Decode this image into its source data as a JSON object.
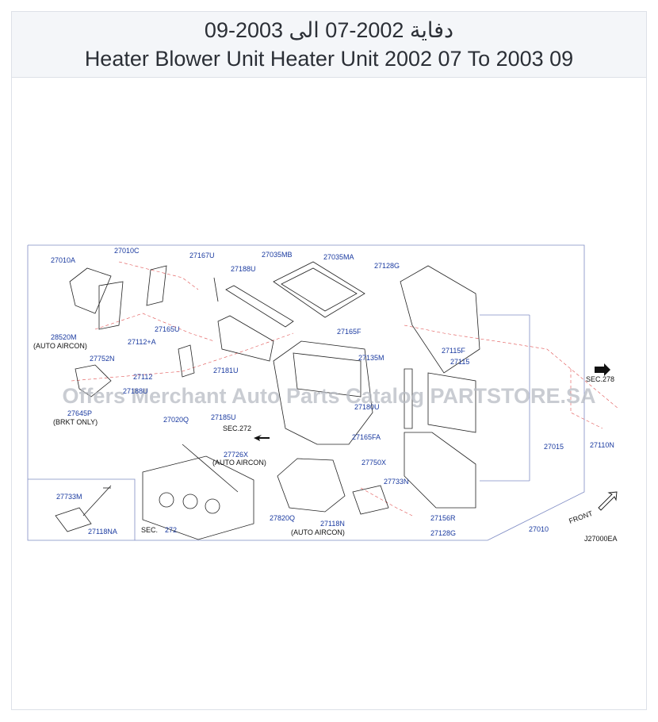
{
  "header": {
    "title_ar": "دفاية 2002-07 الى 2003-09",
    "title_en": "Heater Blower Unit Heater Unit 2002 07 To 2003 09"
  },
  "diagram": {
    "watermark": "Offers Merchant Auto Parts Catalog PARTSTORE.SA",
    "drawing_code": "J27000EA",
    "front_label": "FRONT",
    "sec_278": "SEC.278",
    "sec_272_upper": "SEC.272",
    "sec_272_lower_prefix": "SEC.",
    "sec_272_lower_num": "272",
    "notes": {
      "auto_aircon_1": "(AUTO  AIRCON)",
      "brkt_only": "(BRKT  ONLY)",
      "auto_aircon_2": "(AUTO  AIRCON)",
      "auto_aircon_3": "(AUTO  AIRCON)"
    },
    "parts": [
      {
        "id": "p27010A",
        "label": "27010A"
      },
      {
        "id": "p27010C",
        "label": "27010C"
      },
      {
        "id": "p27167U",
        "label": "27167U"
      },
      {
        "id": "p27035MB",
        "label": "27035MB"
      },
      {
        "id": "p27035MA",
        "label": "27035MA"
      },
      {
        "id": "p27128G_top",
        "label": "27128G"
      },
      {
        "id": "p27188U",
        "label": "27188U"
      },
      {
        "id": "p27165U",
        "label": "27165U"
      },
      {
        "id": "p27165F",
        "label": "27165F"
      },
      {
        "id": "p28520M",
        "label": "28520M"
      },
      {
        "id": "p27112A",
        "label": "27112+A"
      },
      {
        "id": "p27135M",
        "label": "27135M"
      },
      {
        "id": "p27752N",
        "label": "27752N"
      },
      {
        "id": "p27115F",
        "label": "27115F"
      },
      {
        "id": "p27115",
        "label": "27115"
      },
      {
        "id": "p27181U",
        "label": "27181U"
      },
      {
        "id": "p27112",
        "label": "27112"
      },
      {
        "id": "p27188U_b",
        "label": "27188U"
      },
      {
        "id": "p27180U",
        "label": "27180U"
      },
      {
        "id": "p27645P",
        "label": "27645P"
      },
      {
        "id": "p27185U",
        "label": "27185U"
      },
      {
        "id": "p27020Q",
        "label": "27020Q"
      },
      {
        "id": "p27165FA",
        "label": "27165FA"
      },
      {
        "id": "p27726X",
        "label": "27726X"
      },
      {
        "id": "p27750X",
        "label": "27750X"
      },
      {
        "id": "p27015",
        "label": "27015"
      },
      {
        "id": "p27110N",
        "label": "27110N"
      },
      {
        "id": "p27733N",
        "label": "27733N"
      },
      {
        "id": "p27733M",
        "label": "27733M"
      },
      {
        "id": "p27118NA",
        "label": "27118NA"
      },
      {
        "id": "p27820Q",
        "label": "27820Q"
      },
      {
        "id": "p27156R",
        "label": "27156R"
      },
      {
        "id": "p27118N",
        "label": "27118N"
      },
      {
        "id": "p27128G_bot",
        "label": "27128G"
      },
      {
        "id": "p27010",
        "label": "27010"
      }
    ]
  }
}
